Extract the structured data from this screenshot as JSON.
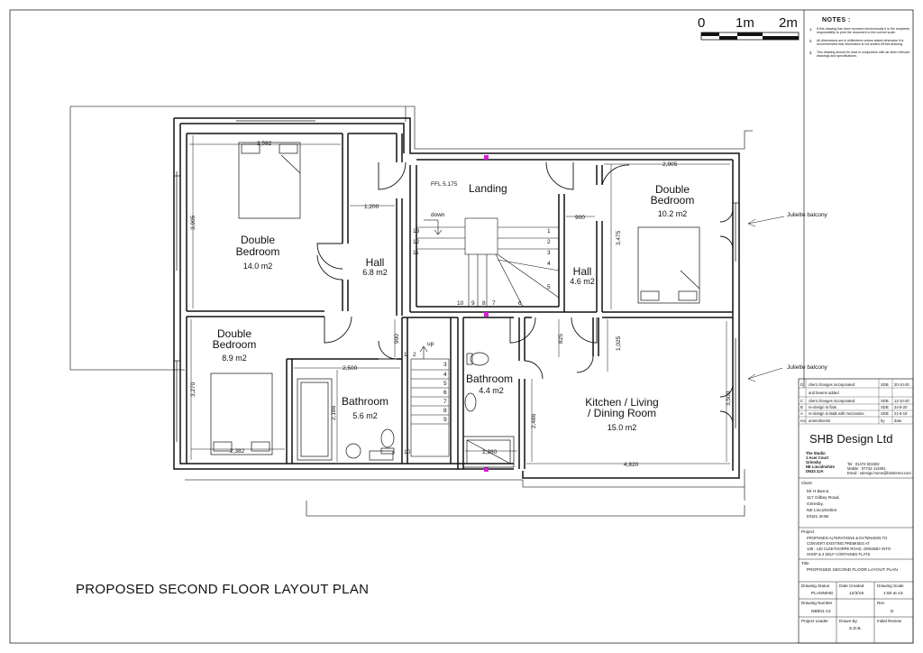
{
  "scale_bar": {
    "labels": [
      "0",
      "1m",
      "2m"
    ]
  },
  "notes": {
    "heading": "NOTES :",
    "items": [
      {
        "num": "1.",
        "text": "If this drawing has been received electronically it is the recipients responsibility to print the document to the correct scale."
      },
      {
        "num": "2.",
        "text": "All dimensions are in millimetres unless stated otherwise it is recommended that information is not scaled off this drawing."
      },
      {
        "num": "3.",
        "text": "This drawing should be read in conjunction with all other relevant drawings and specifications."
      }
    ]
  },
  "rooms": {
    "bed1": {
      "name_line1": "Double",
      "name_line2": "Bedroom",
      "area": "14.0 m2"
    },
    "hall1": {
      "name": "Hall",
      "area": "6.8 m2"
    },
    "landing": {
      "name": "Landing",
      "ffl": "FFL 5.175"
    },
    "hall2": {
      "name": "Hall",
      "area": "4.6 m2"
    },
    "bed3": {
      "name_line1": "Double",
      "name_line2": "Bedroom",
      "area": "10.2 m2"
    },
    "bed2": {
      "name_line1": "Double",
      "name_line2": "Bedroom",
      "area": "8.9 m2"
    },
    "bath1": {
      "name": "Bathroom",
      "area": "5.6 m2"
    },
    "bath2": {
      "name": "Bathroom",
      "area": "4.4 m2"
    },
    "kitchen": {
      "name_line1": "Kitchen / Living",
      "name_line2": "/ Dining Room",
      "area": "15.0 m2"
    }
  },
  "dimensions": {
    "bed1_width": "3,592",
    "bed1_height": "3,905",
    "hall1_width": "1,200",
    "bed3_width": "2,905",
    "hall2_width": "900",
    "bed3_height": "3,475",
    "bed2_height": "3,270",
    "bed2_width": "2,382",
    "bath1_width": "2,500",
    "bath1_height": "2,186",
    "passage_width": "900",
    "bath2_height": "825",
    "kitchen_upper": "1,025",
    "kitchen_height": "2,486",
    "kitchen_right": "3,500",
    "shower_width": "1,280",
    "kitchen_width": "4,820"
  },
  "stairs": {
    "upper_down": "down",
    "upper_left": [
      "13",
      "12",
      "11"
    ],
    "upper_right": [
      "1",
      "2",
      "3",
      "4",
      "5"
    ],
    "upper_bottom": [
      "10",
      "9",
      "8",
      "7",
      "6"
    ],
    "lower_up": "up",
    "lower_top": [
      "1",
      "2"
    ],
    "lower_steps": [
      "3",
      "4",
      "5",
      "6",
      "7",
      "8",
      "9"
    ],
    "lower_end": "10"
  },
  "annotations": {
    "balcony_1": "Juliette balcony",
    "balcony_2": "Juliette balcony"
  },
  "drawing_title": "PROPOSED SECOND FLOOR LAYOUT PLAN",
  "title_block": {
    "revisions": [
      {
        "rev": "D",
        "desc_1": "client changes incorporated",
        "desc_2": "and beams added",
        "by": "SDB",
        "date": "20-10-20"
      },
      {
        "rev": "C",
        "desc_1": "client changes incorporated",
        "desc_2": "",
        "by": "SDB",
        "date": "12-10-20"
      },
      {
        "rev": "B",
        "desc_1": "re-design to flats",
        "desc_2": "",
        "by": "SDB",
        "date": "24-9-20"
      },
      {
        "rev": "A",
        "desc_1": "re-design to B&B with mezzanine",
        "desc_2": "",
        "by": "SDB",
        "date": "21-6-19"
      },
      {
        "rev": "rev",
        "desc_1": "amendments",
        "desc_2": "",
        "by": "by",
        "date": "date"
      }
    ],
    "company": "SHB Design Ltd",
    "company_address": [
      "The Studio",
      "1 Acer Court",
      "Grimsby",
      "NE Lincolnshire",
      "DN33 3JA"
    ],
    "company_contact": [
      "Tel : 01472 501502",
      "Mobile : 07742 414081",
      "Email : sdesign.home@btinternet.com"
    ],
    "client_label": "Client",
    "client_lines": [
      "Mr H Barca",
      "117 Gilbey Road,",
      "Grimsby,",
      "NE Lincolnshire",
      "DN31 2HW"
    ],
    "project_label": "Project",
    "project_lines": [
      "PROPOSED ALTERATIONS & EXTENSION TO",
      "CONVERT EXISTING PREMISES AT",
      "138 - 140 CLEETHORPE ROAD, GRIMSBY INTO",
      "SHOP & 4 SELF CONTAINED FLATS"
    ],
    "title_label": "Title",
    "title_value": "PROPOSED SECOND FLOOR LAYOUT PLAN",
    "drawing_status_label": "Drawing Status",
    "drawing_status": "PLANNING",
    "date_created_label": "Date Created",
    "date_created": "12/3/18",
    "drawing_scale_label": "Drawing Scale",
    "drawing_scale": "1:50 at A3",
    "drawing_number_label": "Drawing Number",
    "drawing_number": "NB001-13",
    "rev_label": "Rev",
    "rev": "D",
    "project_leader_label": "Project Leader",
    "drawn_by_label": "Drawn By",
    "drawn_by": "S.D.B.",
    "initial_review_label": "Initial Review"
  }
}
